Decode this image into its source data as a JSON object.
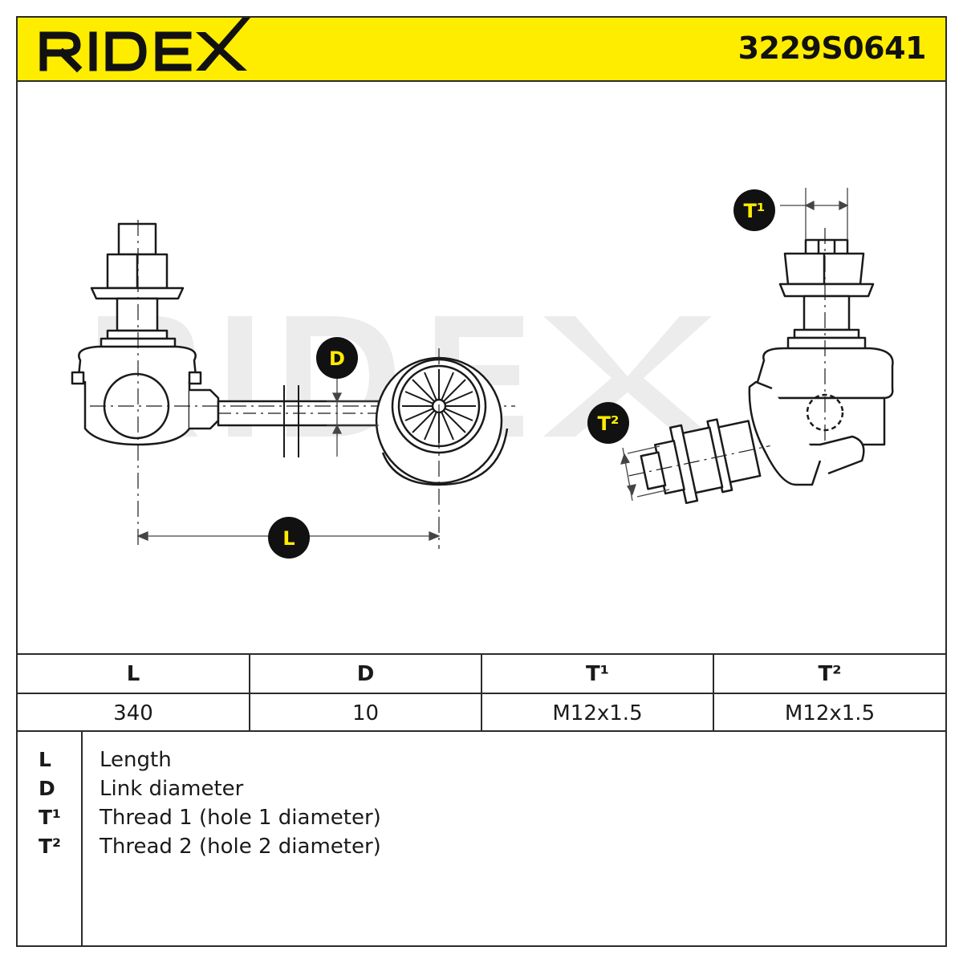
{
  "brand": {
    "logo_text": "RIDEX",
    "accent_color": "#ffed00"
  },
  "part_number": "3229S0641",
  "drawing": {
    "watermark_text": "RIDEX",
    "dimension_labels": {
      "L": "L",
      "D": "D",
      "T1": "T¹",
      "T2": "T²"
    }
  },
  "specs": {
    "headers": [
      "L",
      "D",
      "T¹",
      "T²"
    ],
    "values": [
      "340",
      "10",
      "M12x1.5",
      "M12x1.5"
    ]
  },
  "legend": [
    {
      "key": "L",
      "text": "Length"
    },
    {
      "key": "D",
      "text": "Link diameter"
    },
    {
      "key": "T¹",
      "text": "Thread 1 (hole 1 diameter)"
    },
    {
      "key": "T²",
      "text": "Thread 2 (hole 2 diameter)"
    }
  ]
}
